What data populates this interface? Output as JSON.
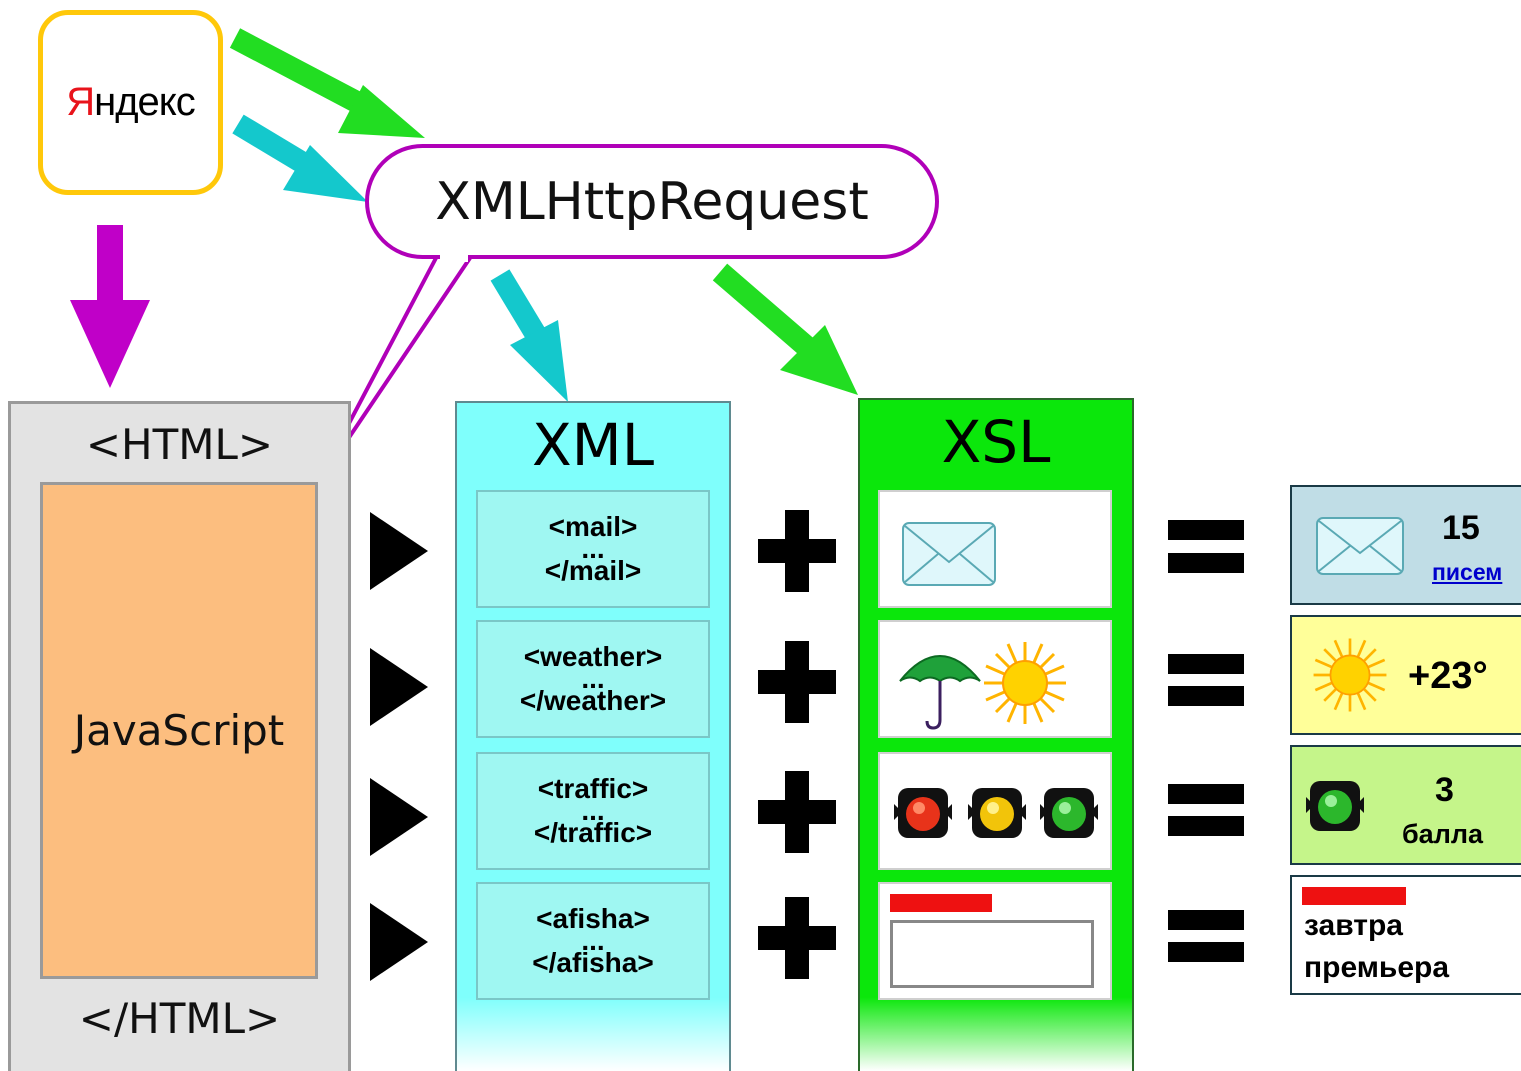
{
  "logo": {
    "text_first": "Я",
    "text_rest": "ндекс"
  },
  "xhr": {
    "label": "XMLHttpRequest"
  },
  "html_page": {
    "open_tag": "<HTML>",
    "close_tag": "</HTML>",
    "script_label": "JavaScript"
  },
  "xml": {
    "title": "XML",
    "items": [
      {
        "open": "<mail>",
        "dots": "...",
        "close": "</mail>"
      },
      {
        "open": "<weather>",
        "dots": "...",
        "close": "</weather>"
      },
      {
        "open": "<traffic>",
        "dots": "...",
        "close": "</traffic>"
      },
      {
        "open": "<afisha>",
        "dots": "...",
        "close": "</afisha>"
      }
    ]
  },
  "xsl": {
    "title": "XSL"
  },
  "results": {
    "mail": {
      "count": "15",
      "link": "писем"
    },
    "weather": {
      "temperature": "+23°"
    },
    "traffic": {
      "score": "3",
      "unit": "балла"
    },
    "afisha": {
      "line1": "завтра",
      "line2": "премьера"
    }
  },
  "colors": {
    "arrow_green": "#22dd22",
    "arrow_cyan": "#14c8cc",
    "arrow_magenta": "#c000c8",
    "xml_bg": "#7ffffc",
    "xsl_bg": "#0be70b",
    "js_bg": "#fcbe7f",
    "logo_border": "#ffc80a",
    "logo_red": "#e8131b"
  },
  "icons": [
    "envelope-icon",
    "umbrella-icon",
    "sun-icon",
    "traffic-light-red-icon",
    "traffic-light-yellow-icon",
    "traffic-light-green-icon",
    "afisha-banner-icon"
  ]
}
